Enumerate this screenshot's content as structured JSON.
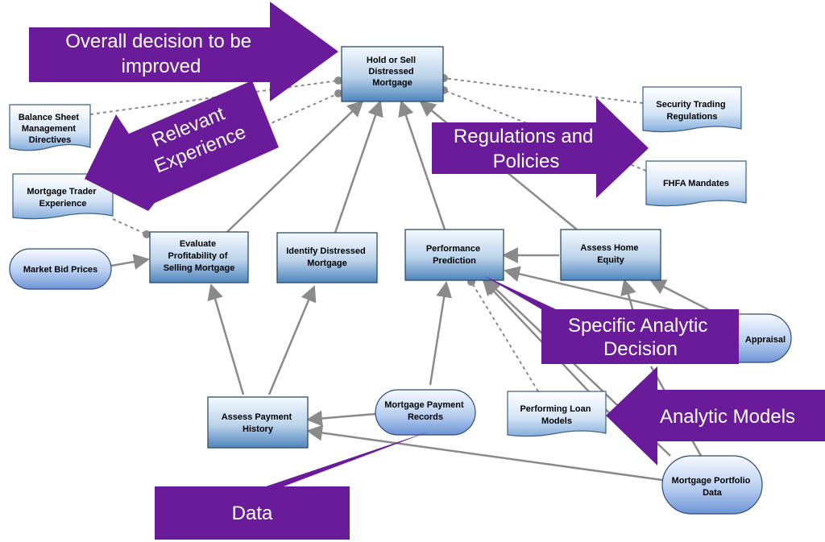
{
  "colors": {
    "callout": "#6a1b9a",
    "arrow_solid": "#888888",
    "arrow_dashed": "#8a8a8a",
    "node_top": "#f2f8ff",
    "node_bottom": "#5d8fc7",
    "node_border": "#2e4a66"
  },
  "nodes": {
    "hold_or_sell": [
      "Hold or Sell",
      "Distressed",
      "Mortgage"
    ],
    "evaluate_profitability": [
      "Evaluate",
      "Profitability of",
      "Selling Mortgage"
    ],
    "identify_distressed": [
      "Identify Distressed",
      "Mortgage"
    ],
    "performance_prediction": [
      "Performance",
      "Prediction"
    ],
    "assess_home_equity": [
      "Assess Home",
      "Equity"
    ],
    "assess_payment_history": [
      "Assess Payment",
      "History"
    ],
    "balance_sheet_directives": [
      "Balance Sheet",
      "Management",
      "Directives"
    ],
    "mortgage_trader_experience": [
      "Mortgage Trader",
      "Experience"
    ],
    "security_trading_regulations": [
      "Security Trading",
      "Regulations"
    ],
    "fhfa_mandates": [
      "FHFA Mandates"
    ],
    "performing_loan_models": [
      "Performing Loan",
      "Models"
    ],
    "market_bid_prices": [
      "Market Bid Prices"
    ],
    "mortgage_payment_records": [
      "Mortgage Payment",
      "Records"
    ],
    "appraisal": [
      "Appraisal"
    ],
    "mortgage_portfolio_data": [
      "Mortgage Portfolio",
      "Data"
    ]
  },
  "callouts": {
    "overall_decision": [
      "Overall decision to be",
      "improved"
    ],
    "relevant_experience": [
      "Relevant",
      "Experience"
    ],
    "regulations": [
      "Regulations and",
      "Policies"
    ],
    "specific_analytic": [
      "Specific Analytic",
      "Decision"
    ],
    "analytic_models": [
      "Analytic Models"
    ],
    "data": [
      "Data"
    ]
  }
}
